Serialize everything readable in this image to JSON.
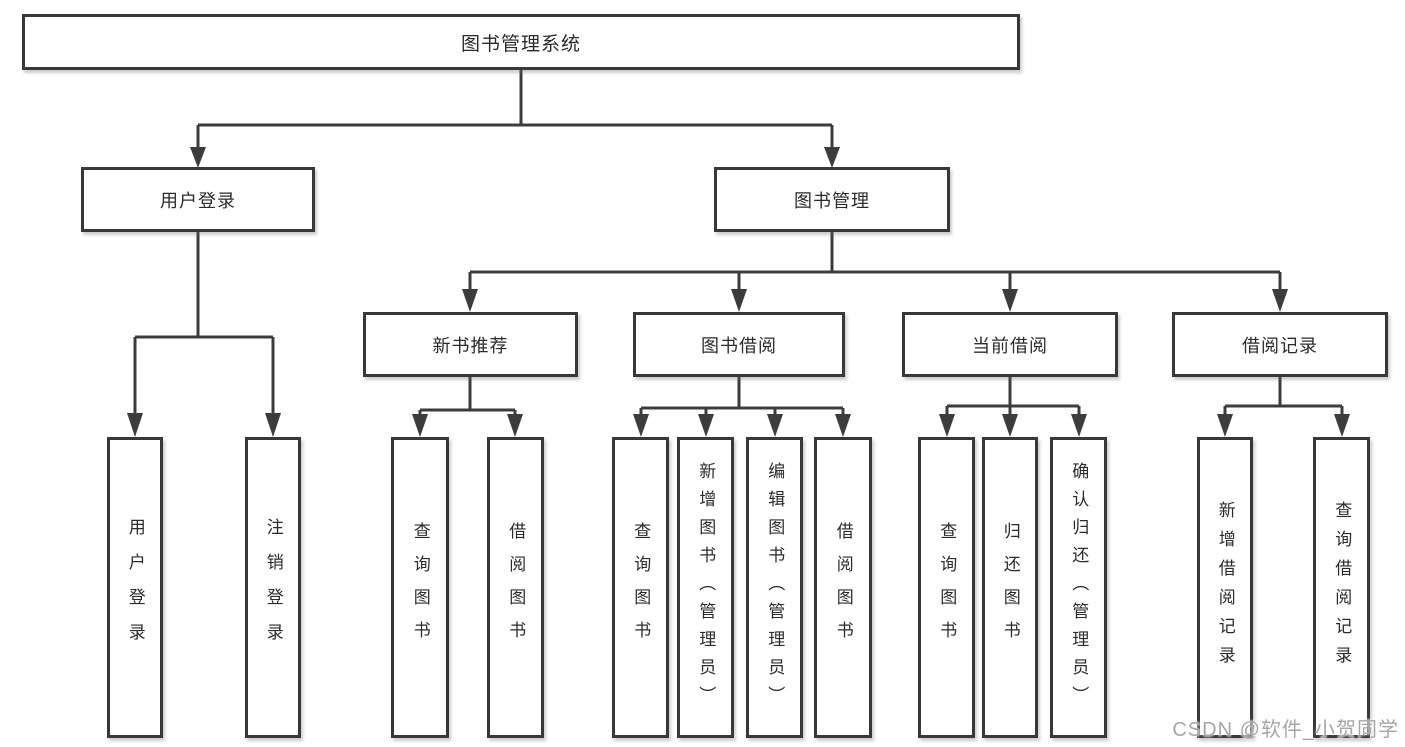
{
  "diagram": {
    "title": "图书管理系统",
    "tree": {
      "label": "图书管理系统",
      "children": [
        {
          "label": "用户登录",
          "children": [
            {
              "label": "用户登录"
            },
            {
              "label": "注销登录"
            }
          ]
        },
        {
          "label": "图书管理",
          "children": [
            {
              "label": "新书推荐",
              "children": [
                {
                  "label": "查询图书"
                },
                {
                  "label": "借阅图书"
                }
              ]
            },
            {
              "label": "图书借阅",
              "children": [
                {
                  "label": "查询图书"
                },
                {
                  "label": "新增图书（管理员）"
                },
                {
                  "label": "编辑图书（管理员）"
                },
                {
                  "label": "借阅图书"
                }
              ]
            },
            {
              "label": "当前借阅",
              "children": [
                {
                  "label": "查询图书"
                },
                {
                  "label": "归还图书"
                },
                {
                  "label": "确认归还（管理员）"
                }
              ]
            },
            {
              "label": "借阅记录",
              "children": [
                {
                  "label": "新增借阅记录"
                },
                {
                  "label": "查询借阅记录"
                }
              ]
            }
          ]
        }
      ]
    },
    "colors": {
      "line": "#3c3c3c",
      "box_border": "#383838",
      "text": "#2b2b2b",
      "watermark": "#a6a6a6",
      "background": "#ffffff"
    }
  },
  "watermark": "CSDN @软件_小贺同学"
}
